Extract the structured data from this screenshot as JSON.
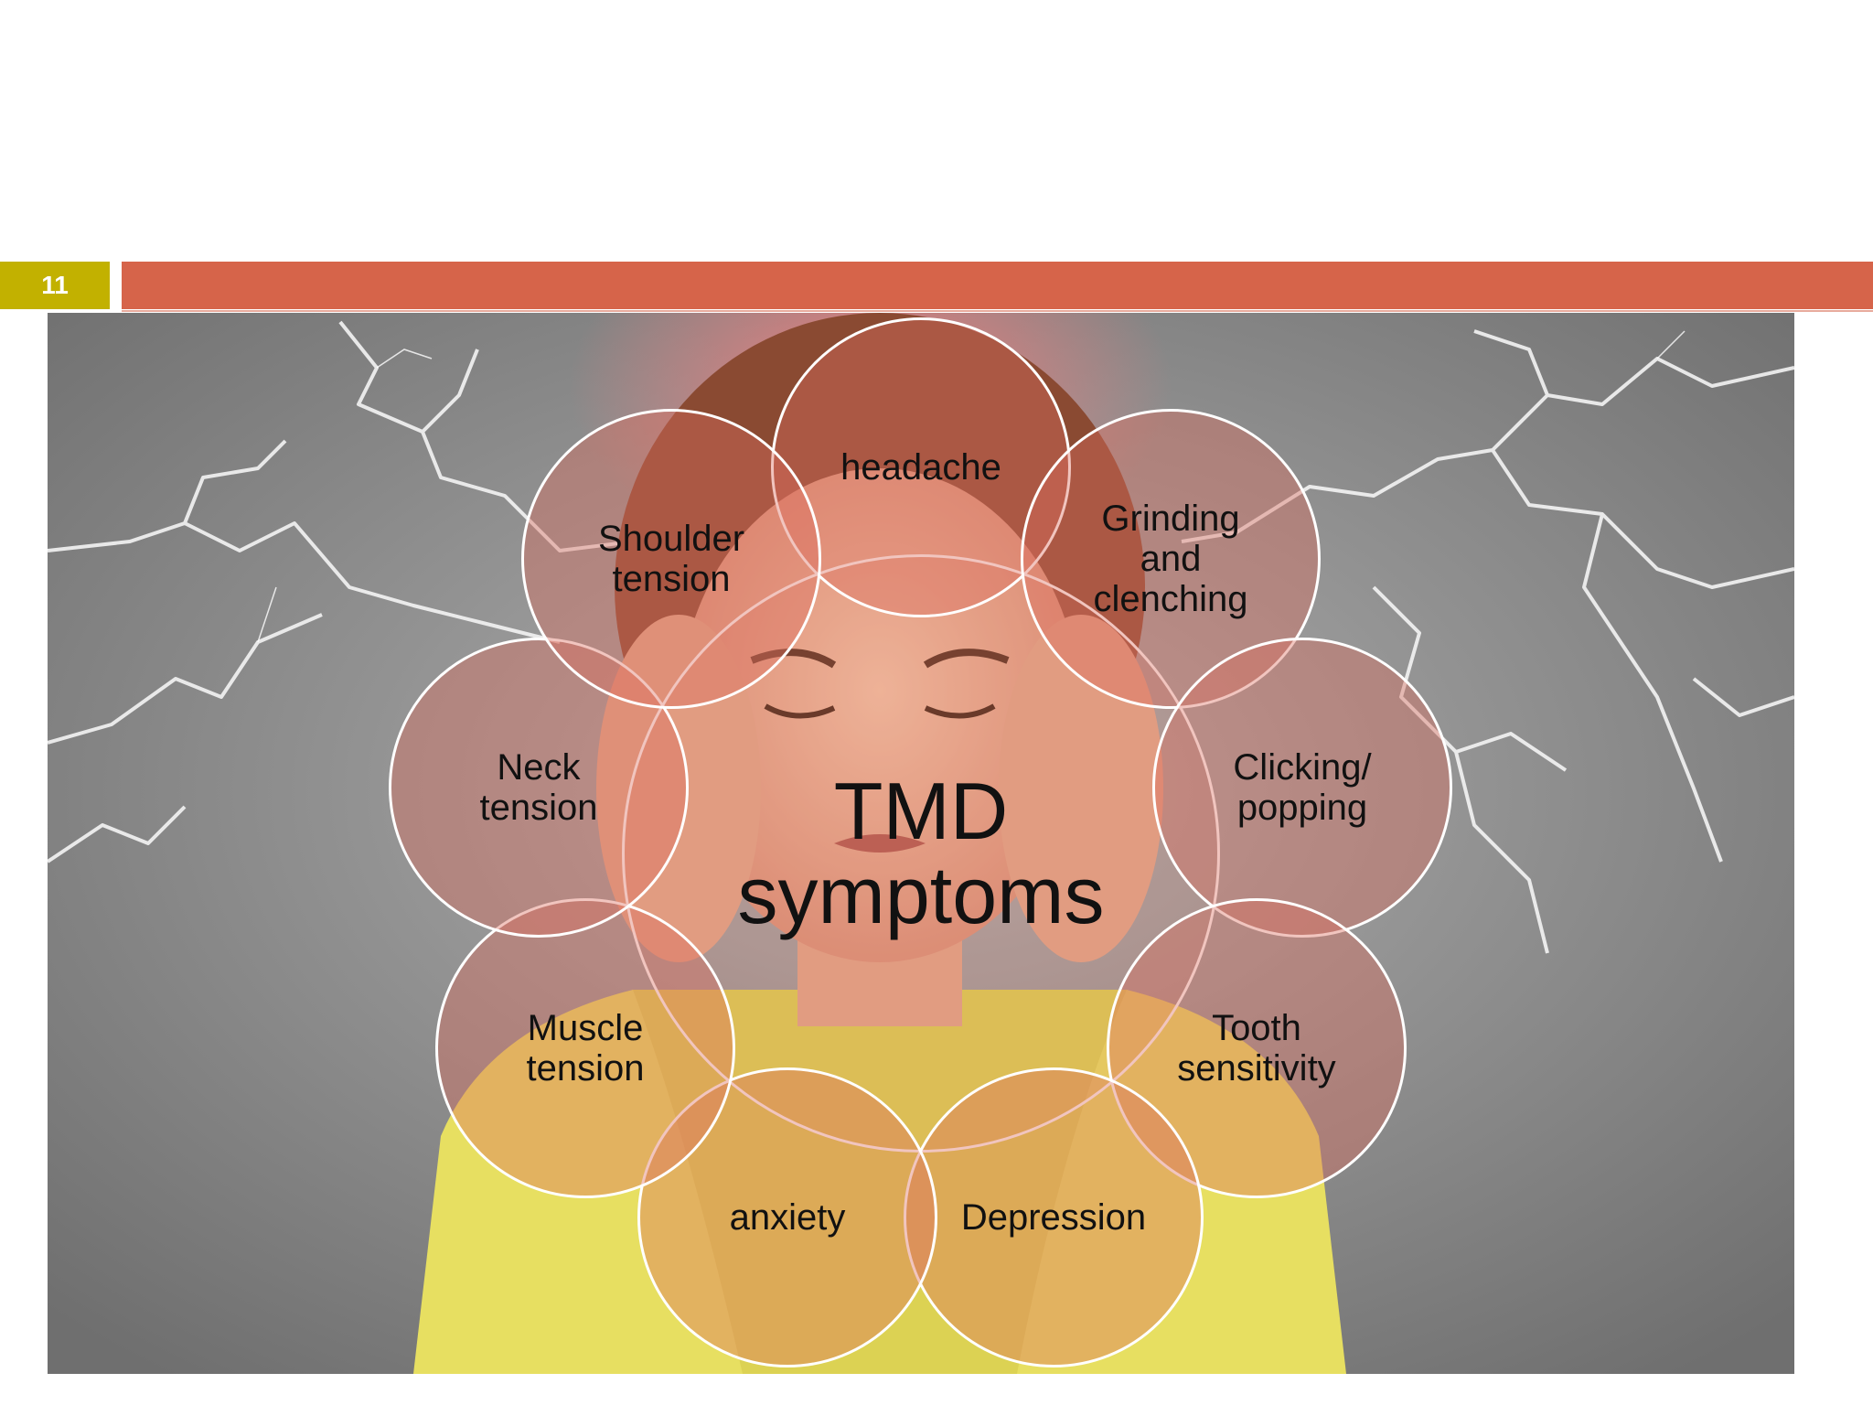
{
  "slide": {
    "page_number": "11"
  },
  "colors": {
    "page_number_bg": "#c2b100",
    "title_bar": "#d6644a",
    "circle_fill": "#dc6e5f",
    "circle_outline": "#ffffff"
  },
  "diagram": {
    "center": "TMD\nsymptoms",
    "symptoms": [
      "headache",
      "Grinding\nand\nclenching",
      "Clicking/\npopping",
      "Tooth\nsensitivity",
      "Depression",
      "anxiety",
      "Muscle\ntension",
      "Neck\ntension",
      "Shoulder\ntension"
    ]
  }
}
